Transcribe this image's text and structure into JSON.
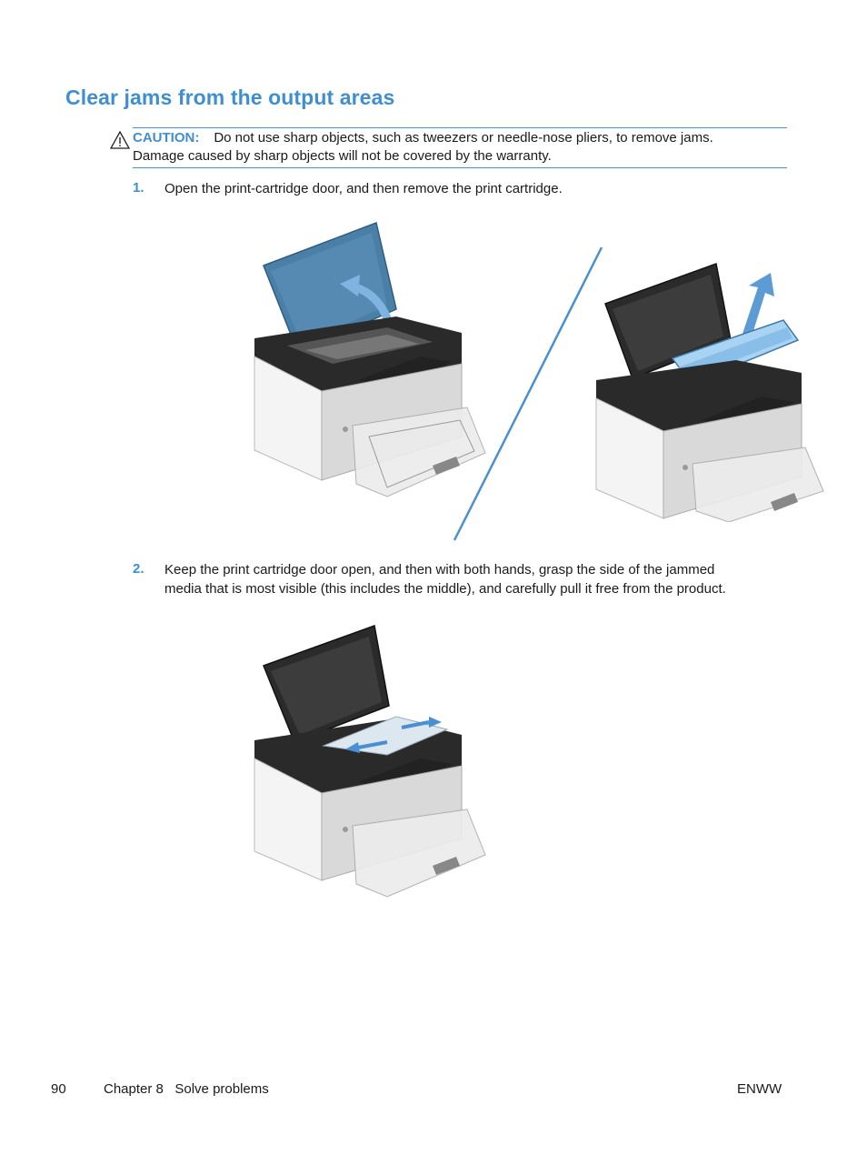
{
  "page": {
    "title": "Clear jams from the output areas"
  },
  "caution": {
    "label": "CAUTION:",
    "line1": "Do not use sharp objects, such as tweezers or needle-nose pliers, to remove jams.",
    "line2": "Damage caused by sharp objects will not be covered by the warranty."
  },
  "steps": [
    {
      "number": "1.",
      "line1": "Open the print-cartridge door, and then remove the print cartridge."
    },
    {
      "number": "2.",
      "line1": "Keep the print cartridge door open, and then with both hands, grasp the side of the jammed",
      "line2": "media that is most visible (this includes the middle), and carefully pull it free from the product."
    }
  ],
  "footer": {
    "page_number": "90",
    "chapter": "Chapter 8   Solve problems",
    "doc_code": "ENWW"
  },
  "colors": {
    "accent": "#3f8fd0",
    "printer_body": "#e6e6e6",
    "printer_top": "#2a2a2a",
    "door_open_highlight": "#4a7fa8"
  }
}
